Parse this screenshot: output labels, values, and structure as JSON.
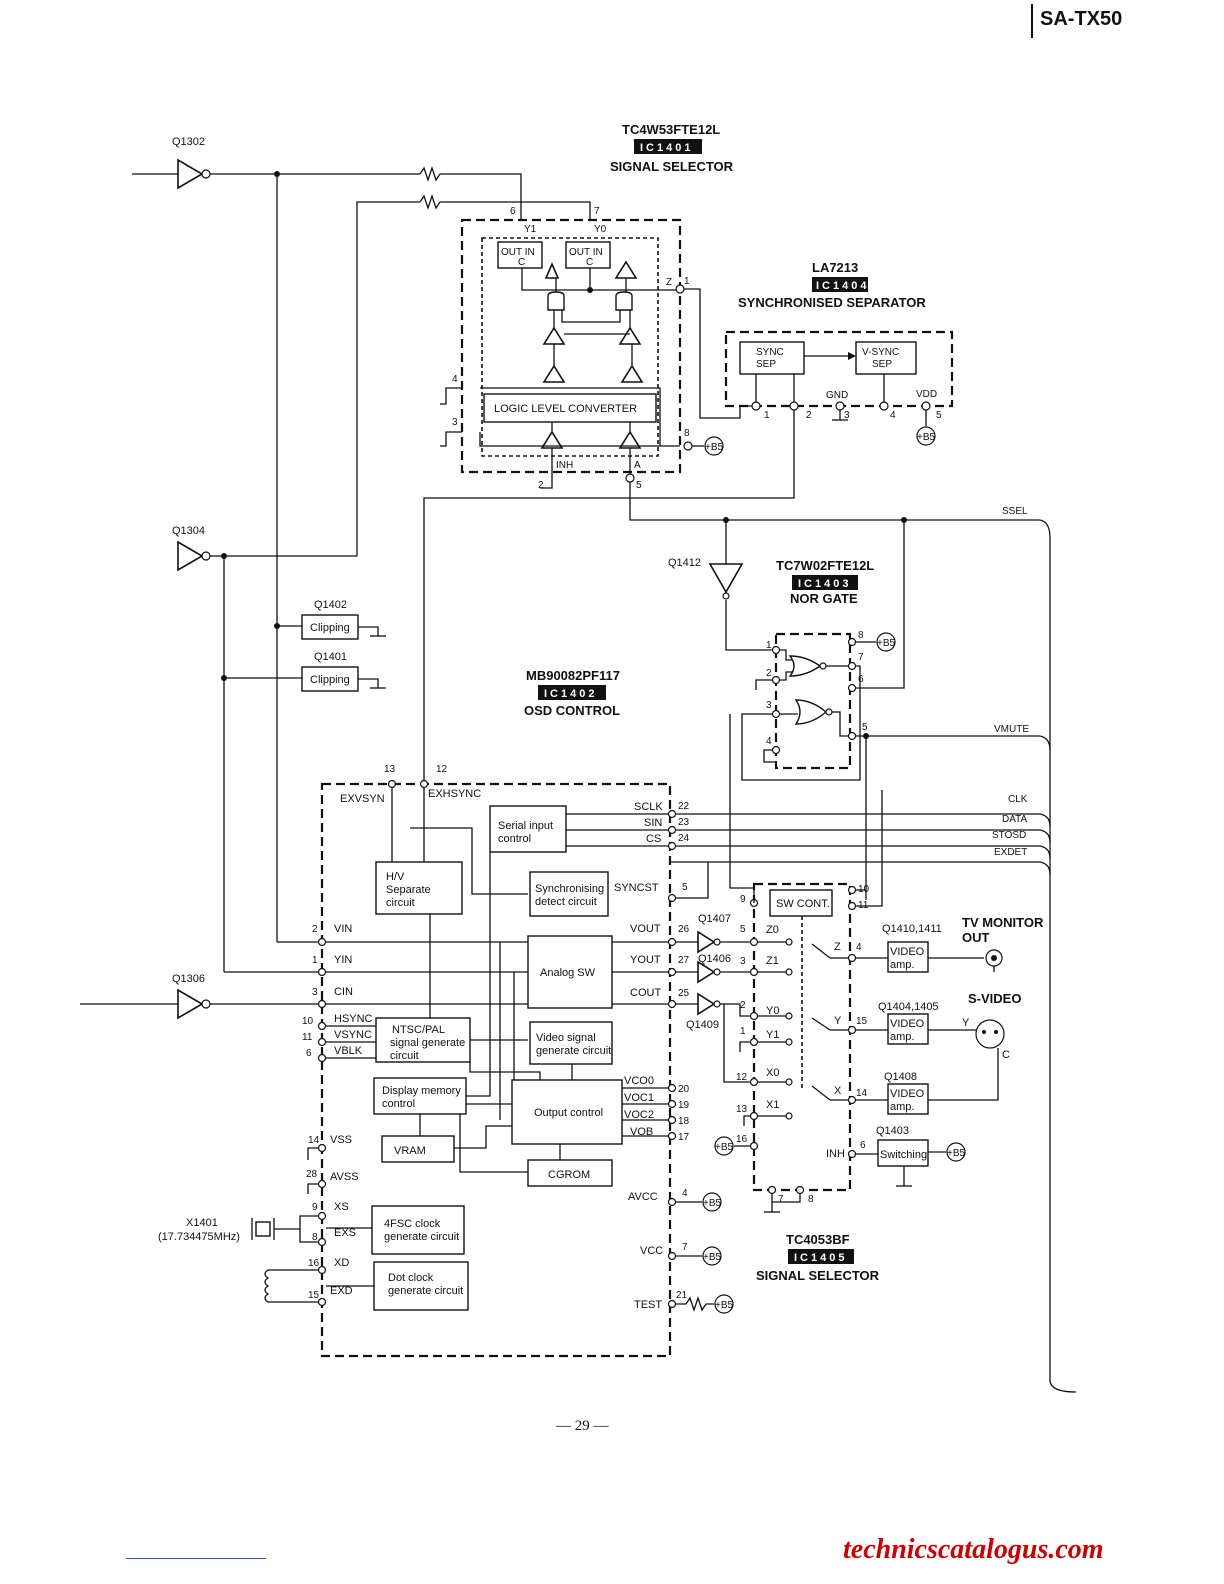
{
  "header": {
    "model": "SA-TX50"
  },
  "footer": {
    "page": "— 29 —",
    "watermark": "technicscatalogus.com"
  },
  "transistors": {
    "q1302": "Q1302",
    "q1304": "Q1304",
    "q1306": "Q1306",
    "q1402": "Q1402",
    "q1401": "Q1401",
    "q1412": "Q1412",
    "q1407": "Q1407",
    "q1406": "Q1406",
    "q1409": "Q1409",
    "q1410": "Q1410,1411",
    "q1404": "Q1404,1405",
    "q1408": "Q1408",
    "q1403": "Q1403"
  },
  "crystal": {
    "ref": "X1401",
    "freq": "(17.734475MHz)"
  },
  "ic1401": {
    "part": "TC4W53FTE12L",
    "ref": "IC1401",
    "func": "SIGNAL SELECTOR",
    "y1": "Y1",
    "y0": "Y0",
    "out_in": "OUT IN",
    "c": "C",
    "z": "Z",
    "llc": "LOGIC LEVEL CONVERTER",
    "inh": "INH",
    "a": "A",
    "p6": "6",
    "p7": "7",
    "p1": "1",
    "p4": "4",
    "p3": "3",
    "p8": "8",
    "p2": "2",
    "p5": "5"
  },
  "ic1404": {
    "part": "LA7213",
    "ref": "IC1404",
    "func": "SYNCHRONISED SEPARATOR",
    "sync1": "SYNC",
    "sync2": "SEP",
    "vsync1": "V-SYNC",
    "vsync2": "SEP",
    "gnd": "GND",
    "vdd": "VDD",
    "p1": "1",
    "p2": "2",
    "p3": "3",
    "p4": "4",
    "p5": "5"
  },
  "ic1403": {
    "part": "TC7W02FTE12L",
    "ref": "IC1403",
    "func": "NOR GATE",
    "p1": "1",
    "p2": "2",
    "p3": "3",
    "p4": "4",
    "p5": "5",
    "p6": "6",
    "p7": "7",
    "p8": "8"
  },
  "ic1402": {
    "part": "MB90082PF117",
    "ref": "IC1402",
    "func": "OSD CONTROL",
    "exvsyn": "EXVSYN",
    "exhsync": "EXHSYNC",
    "p13": "13",
    "p12": "12",
    "serial1": "Serial input",
    "serial2": "control",
    "sclk": "SCLK",
    "sin": "SIN",
    "cs": "CS",
    "p22": "22",
    "p23": "23",
    "p24": "24",
    "hv1": "H/V",
    "hv2": "Separate",
    "hv3": "circuit",
    "syncdet1": "Synchronising",
    "syncdet2": "detect circuit",
    "syncst": "SYNCST",
    "p5": "5",
    "vin": "VIN",
    "yin": "YIN",
    "cin": "CIN",
    "p2": "2",
    "p1": "1",
    "p3": "3",
    "analog": "Analog SW",
    "vout": "VOUT",
    "yout": "YOUT",
    "cout": "COUT",
    "p26": "26",
    "p27": "27",
    "p25": "25",
    "hsync": "HSYNC",
    "vsync": "VSYNC",
    "vblk": "VBLK",
    "p10": "10",
    "p11": "11",
    "p6": "6",
    "ntsc1": "NTSC/PAL",
    "ntsc2": "signal generate",
    "ntsc3": "circuit",
    "vsg1": "Video signal",
    "vsg2": "generate circuit",
    "dm1": "Display memory",
    "dm2": "control",
    "outctl": "Output control",
    "vco0": "VCO0",
    "voc1": "VOC1",
    "voc2": "VOC2",
    "vob": "VOB",
    "p20": "20",
    "p19": "19",
    "p18": "18",
    "p17": "17",
    "vram": "VRAM",
    "cgrom": "CGROM",
    "vss": "VSS",
    "avss": "AVSS",
    "p14": "14",
    "p28": "28",
    "avcc": "AVCC",
    "p4": "4",
    "vcc": "VCC",
    "p7": "7",
    "xs": "XS",
    "exs": "EXS",
    "p9": "9",
    "p8": "8",
    "fsc1": "4FSC clock",
    "fsc2": "generate circuit",
    "xd": "XD",
    "exd": "EXD",
    "p16": "16",
    "p15": "15",
    "dot1": "Dot clock",
    "dot2": "generate circuit",
    "test": "TEST",
    "p21": "21"
  },
  "ic1405": {
    "part": "TC4053BF",
    "ref": "IC1405",
    "func": "SIGNAL SELECTOR",
    "swcont": "SW CONT.",
    "p9": "9",
    "p10": "10",
    "p11": "11",
    "z0": "Z0",
    "z1": "Z1",
    "y0": "Y0",
    "y1": "Y1",
    "x0": "X0",
    "x1": "X1",
    "z": "Z",
    "y": "Y",
    "x": "X",
    "inh": "INH",
    "p5": "5",
    "p3": "3",
    "p2": "2",
    "p1": "1",
    "p12": "12",
    "p13": "13",
    "p16": "16",
    "p4": "4",
    "p15": "15",
    "p14": "14",
    "p6": "6",
    "p7": "7",
    "p8": "8"
  },
  "blocks": {
    "clipping": "Clipping",
    "video": "VIDEO",
    "amp": "amp.",
    "switching": "Switching"
  },
  "outputs": {
    "tv1": "TV MONITOR",
    "tv2": "OUT",
    "svideo": "S-VIDEO",
    "y": "Y",
    "c": "C"
  },
  "bus": {
    "ssel": "SSEL",
    "vmute": "VMUTE",
    "clk": "CLK",
    "data": "DATA",
    "stosd": "STOSD",
    "exdet": "EXDET"
  },
  "power": {
    "b5": "+B5"
  }
}
